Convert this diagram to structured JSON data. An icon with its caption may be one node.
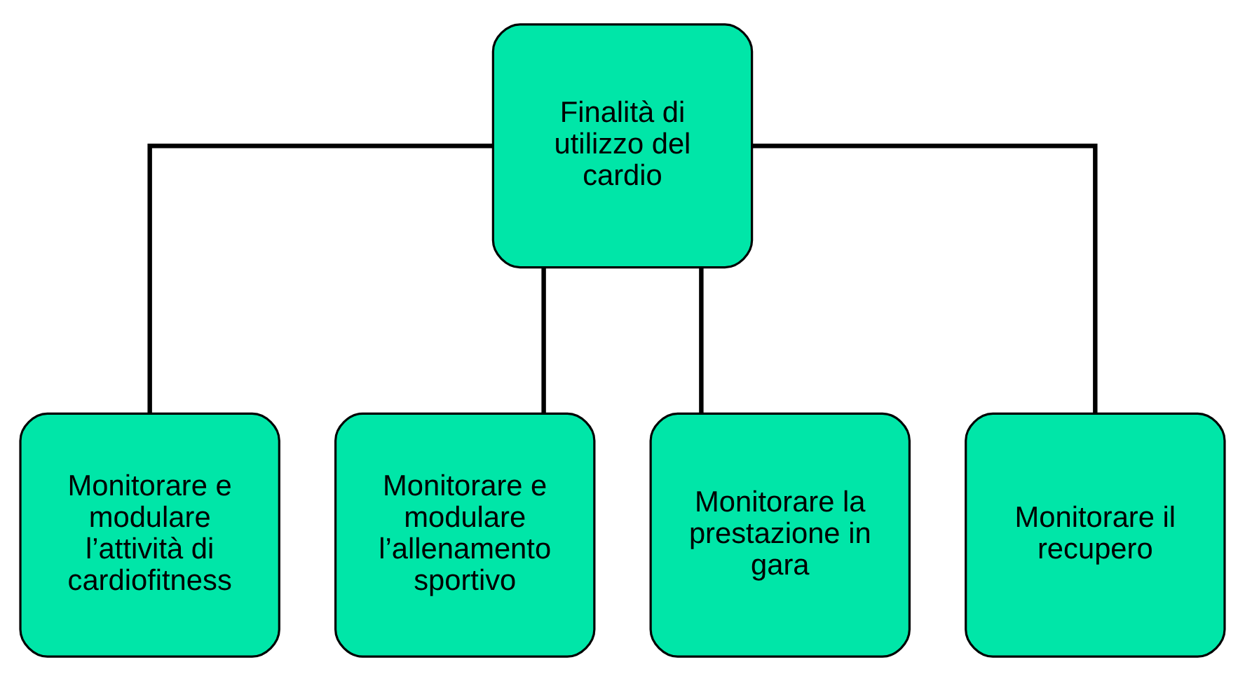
{
  "diagram": {
    "nodes": [
      {
        "text": [
          "Finalità di utilizzo del cardio"
        ]
      },
      {
        "text": [
          "Monitorare e modulare l’attività di cardiofitness"
        ]
      },
      {
        "text": [
          "Monitorare e modulare l’allenamento sportivo"
        ]
      },
      {
        "text": [
          "Monitorare la prestazione in gara"
        ]
      },
      {
        "text": [
          "Monitorare il recupero"
        ]
      }
    ],
    "edges": [
      {
        "from": 0,
        "to": 1,
        "arrow": "none"
      },
      {
        "from": 0,
        "to": 2,
        "arrow": "none"
      },
      {
        "from": 0,
        "to": 3,
        "arrow": "none"
      },
      {
        "from": 0,
        "to": 4,
        "arrow": "none"
      }
    ]
  }
}
